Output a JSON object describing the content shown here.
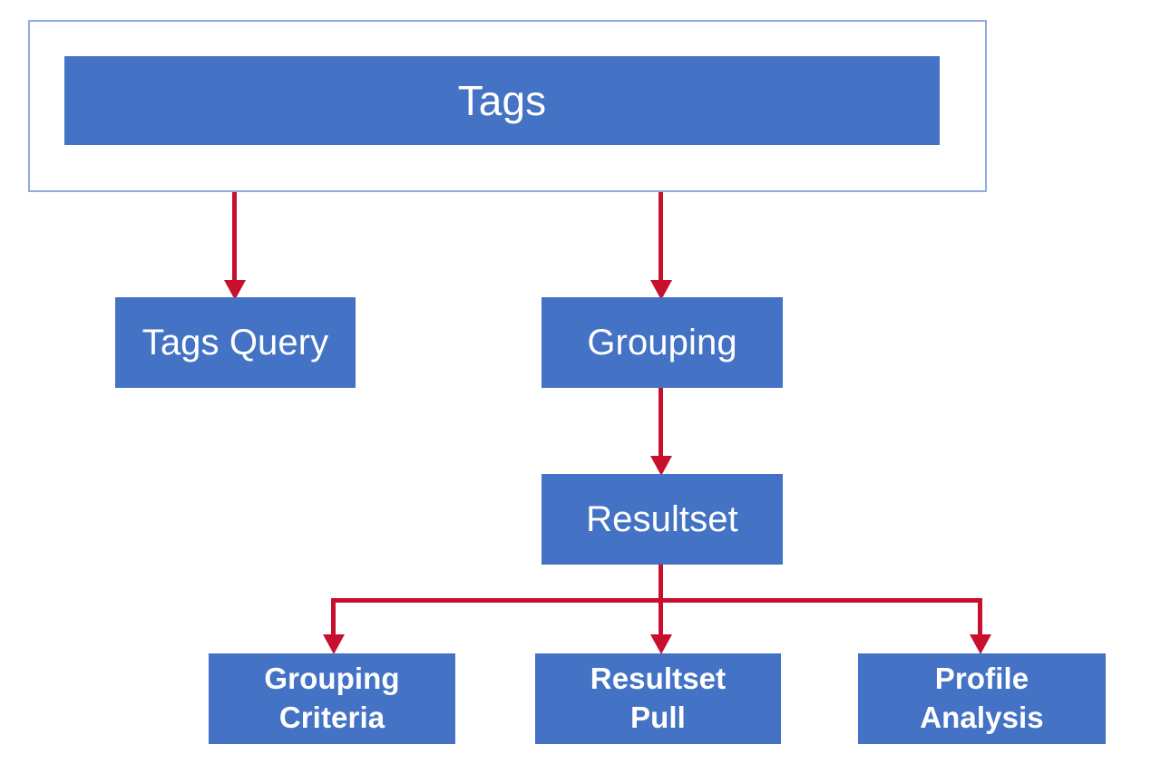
{
  "diagram": {
    "title": "Tags",
    "type": "flowchart",
    "colors": {
      "node_fill": "#4472C4",
      "node_text": "#FFFFFF",
      "connector": "#C8102E",
      "group_border": "#8FAADC",
      "background": "#FFFFFF"
    },
    "group": {
      "name": "tags-group",
      "label": "Tags"
    },
    "nodes": [
      {
        "id": "tags",
        "label": "Tags",
        "level": 0
      },
      {
        "id": "tags-query",
        "label": "Tags Query",
        "level": 1
      },
      {
        "id": "grouping",
        "label": "Grouping",
        "level": 1
      },
      {
        "id": "resultset",
        "label": "Resultset",
        "level": 2
      },
      {
        "id": "grouping-criteria",
        "label": "Grouping\nCriteria",
        "level": 3
      },
      {
        "id": "resultset-pull",
        "label": "Resultset\nPull",
        "level": 3
      },
      {
        "id": "profile-analysis",
        "label": "Profile\nAnalysis",
        "level": 3
      }
    ],
    "edges": [
      {
        "from": "tags",
        "to": "tags-query"
      },
      {
        "from": "tags",
        "to": "grouping"
      },
      {
        "from": "grouping",
        "to": "resultset"
      },
      {
        "from": "resultset",
        "to": "grouping-criteria"
      },
      {
        "from": "resultset",
        "to": "resultset-pull"
      },
      {
        "from": "resultset",
        "to": "profile-analysis"
      }
    ]
  }
}
